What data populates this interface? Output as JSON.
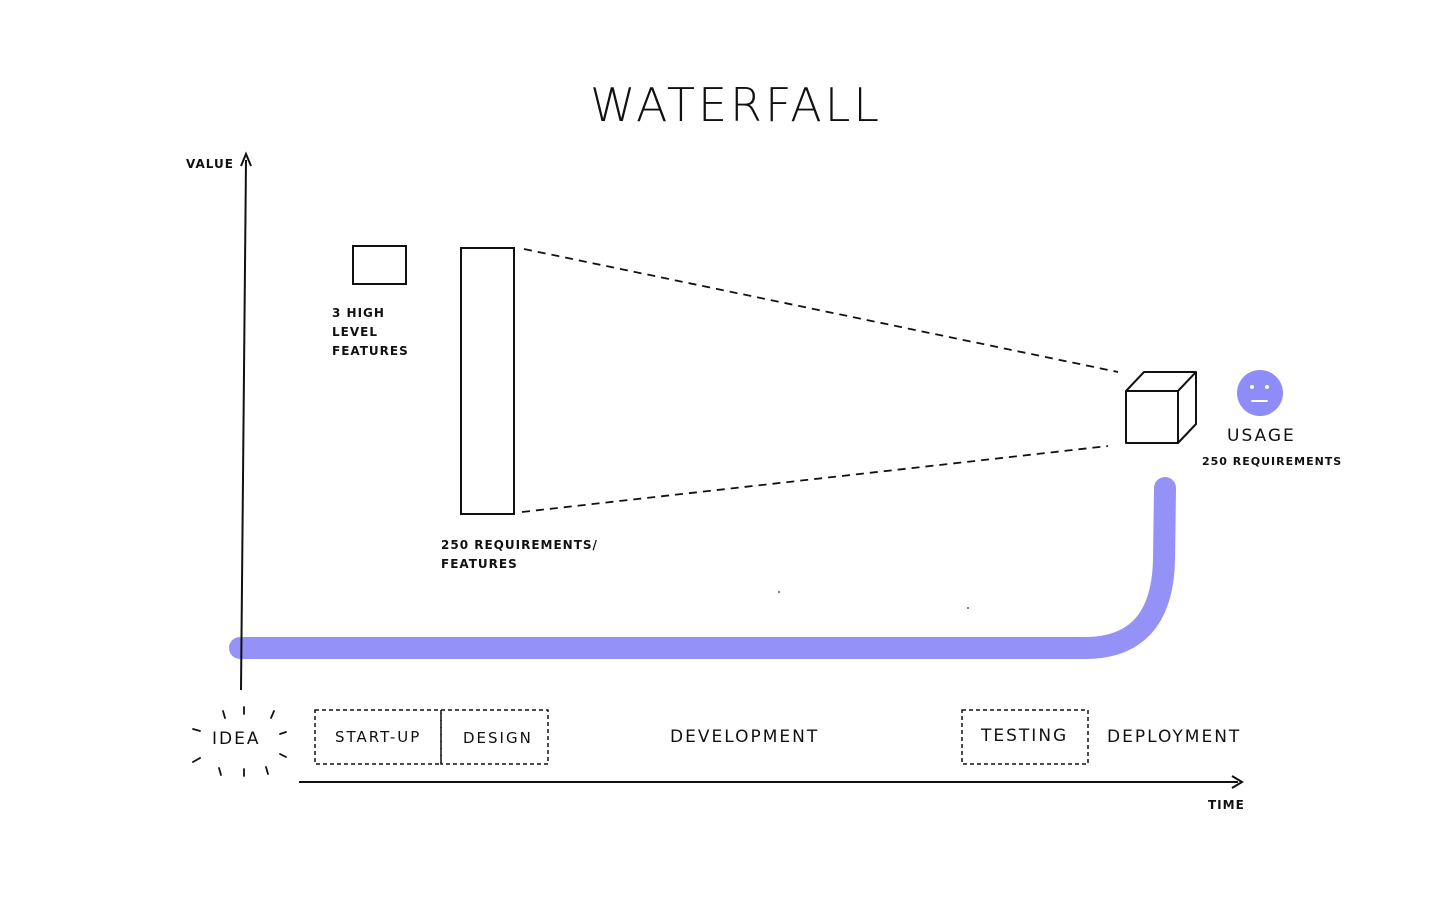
{
  "title": "WATERFALL",
  "axes": {
    "y_label": "VALUE",
    "x_label": "TIME"
  },
  "labels": {
    "high_level_features": [
      "3 HIGH",
      "LEVEL",
      "FEATURES"
    ],
    "requirements_features": [
      "250 REQUIREMENTS/",
      "FEATURES"
    ],
    "usage": "USAGE",
    "usage_requirements": "250 REQUIREMENTS"
  },
  "stages": {
    "idea": "IDEA",
    "startup": "START-UP",
    "design": "DESIGN",
    "development": "DEVELOPMENT",
    "testing": "TESTING",
    "deployment": "DEPLOYMENT"
  },
  "colors": {
    "ink": "#111111",
    "value_curve": "#8e8cf6",
    "face": "#8e8cf6"
  },
  "icons": {
    "usage_face": "neutral-face-icon",
    "idea_burst": "sparkle-burst-icon"
  }
}
